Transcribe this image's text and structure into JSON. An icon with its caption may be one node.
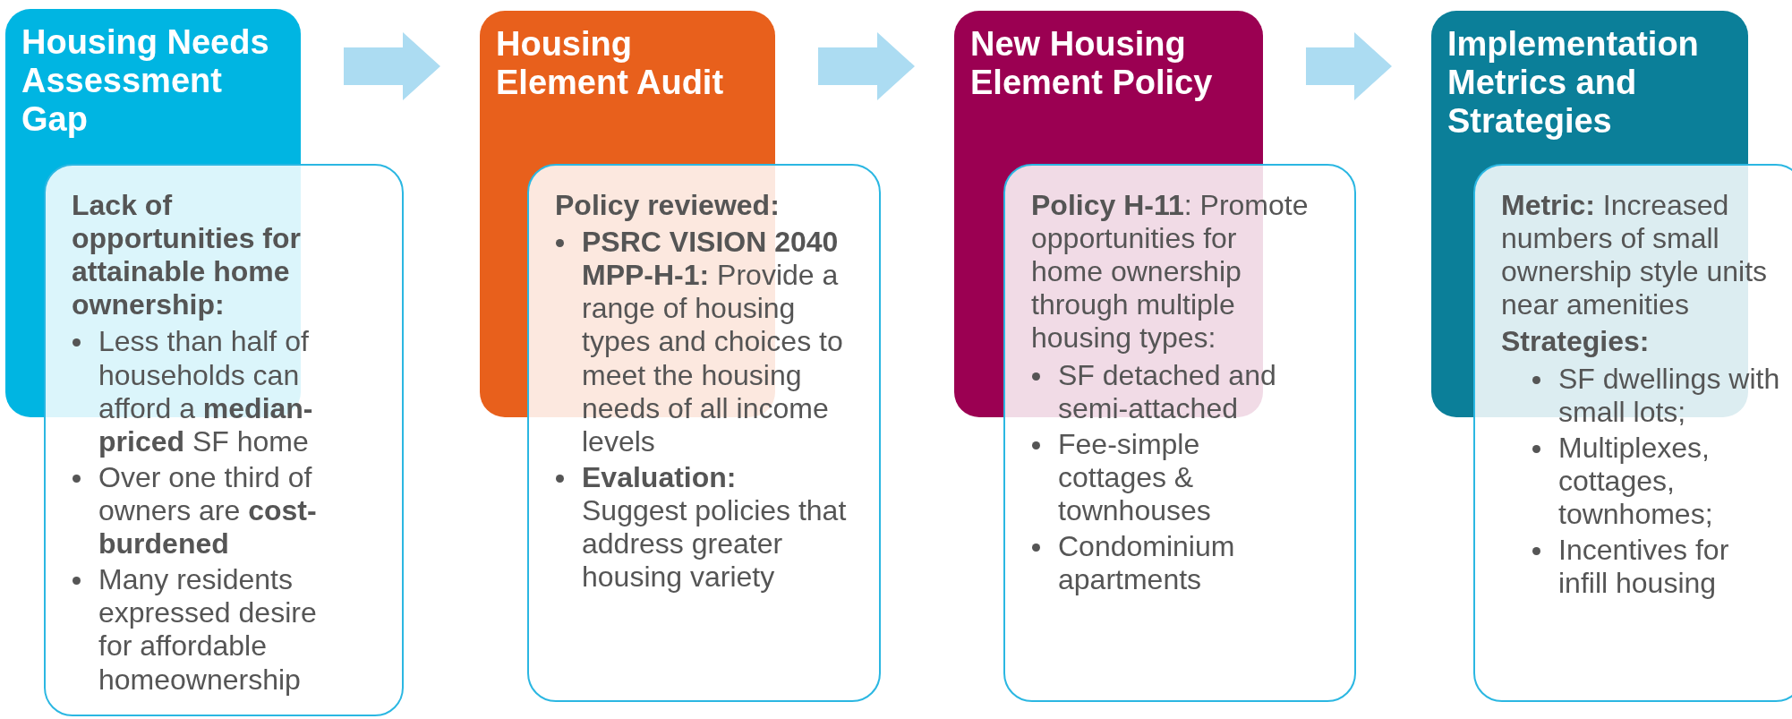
{
  "diagram": {
    "nodes": [
      {
        "text": [
          "Housing Needs Assessment Gap"
        ]
      },
      {
        "text": [
          "Lack of opportunities for attainable home ownership:",
          "Less than half of households can afford a **median-priced** SF home",
          "Over one third of owners are **cost-burdened**",
          "Many residents expressed desire for affordable homeownership"
        ]
      },
      {
        "text": [
          "Housing Element Audit"
        ]
      },
      {
        "text": [
          "Policy reviewed:",
          "**PSRC VISION 2040 MPP-H-1:** Provide a range of housing types and choices to meet the housing needs of all income levels",
          "**Evaluation:** Suggest policies that address greater housing variety"
        ]
      },
      {
        "text": [
          "New Housing Element Policy"
        ]
      },
      {
        "text": [
          "**Policy H-11**: Promote opportunities for home ownership through multiple housing types:",
          "SF detached and semi-attached",
          "Fee-simple cottages & townhouses",
          "Condominium apartments"
        ]
      },
      {
        "text": [
          "Implementation Metrics and Strategies"
        ]
      },
      {
        "text": [
          "**Metric:** Increased numbers of small ownership style units near amenities",
          "Strategies:",
          "SF dwellings with small lots;",
          "Multiplexes, cottages, townhomes;",
          "Incentives for infill housing"
        ]
      }
    ],
    "edges": [
      {
        "from": 0,
        "to": 2,
        "arrow": "to"
      },
      {
        "from": 2,
        "to": 4,
        "arrow": "to"
      },
      {
        "from": 4,
        "to": 6,
        "arrow": "to"
      }
    ]
  }
}
